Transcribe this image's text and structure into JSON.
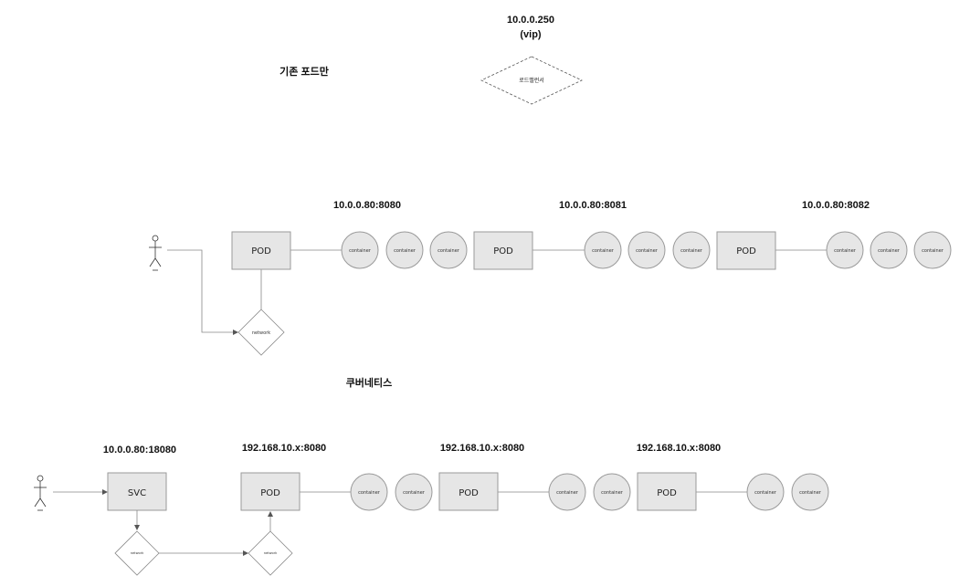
{
  "legacy": {
    "heading": "기존 포드만",
    "vip_ip": "10.0.0.250",
    "vip_label": "(vip)",
    "load_balancer": "로드밸런서",
    "network": "network",
    "groups": [
      {
        "ip": "10.0.0.80:8080",
        "pod": "POD",
        "containers": [
          "container",
          "container",
          "container"
        ]
      },
      {
        "ip": "10.0.0.80:8081",
        "pod": "POD",
        "containers": [
          "container",
          "container",
          "container"
        ]
      },
      {
        "ip": "10.0.0.80:8082",
        "pod": "POD",
        "containers": [
          "container",
          "container",
          "container"
        ]
      }
    ]
  },
  "kubernetes": {
    "heading": "쿠버네티스",
    "svc_ip": "10.0.0.80:18080",
    "svc": "SVC",
    "network_left": "network",
    "network_right": "network",
    "groups": [
      {
        "ip": "192.168.10.x:8080",
        "pod": "POD",
        "containers": [
          "container",
          "container"
        ]
      },
      {
        "ip": "192.168.10.x:8080",
        "pod": "POD",
        "containers": [
          "container",
          "container"
        ]
      },
      {
        "ip": "192.168.10.x:8080",
        "pod": "POD",
        "containers": [
          "container",
          "container"
        ]
      }
    ]
  }
}
